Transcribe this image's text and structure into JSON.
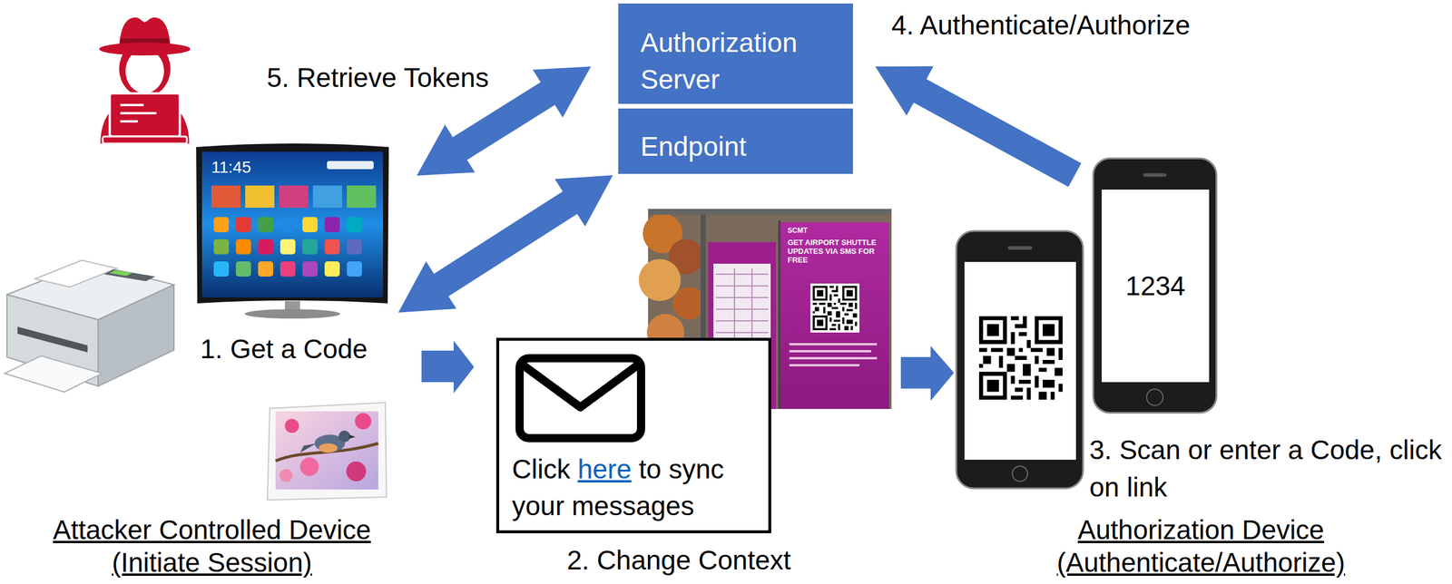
{
  "diagram": {
    "nodes": [
      {
        "text": [
          "Authorization Server"
        ]
      },
      {
        "text": [
          "Endpoint"
        ]
      },
      {
        "text": [
          "Click here to sync your messages"
        ]
      },
      {
        "text": [
          "1234"
        ]
      }
    ],
    "edges": [
      {
        "from": 3,
        "to": 0,
        "arrow": "to"
      }
    ],
    "labels": [
      "5. Retrieve Tokens",
      "4. Authenticate/Authorize",
      "11:45",
      "1. Get a Code",
      "2. Change Context",
      "SCMT",
      "GET AIRPORT SHUTTLE UPDATES VIA SMS FOR FREE",
      "3. Scan or enter a Code, click on link",
      "Attacker Controlled Device",
      "(Initiate Session)",
      "Authorization Device",
      "(Authenticate/Authorize)"
    ]
  }
}
